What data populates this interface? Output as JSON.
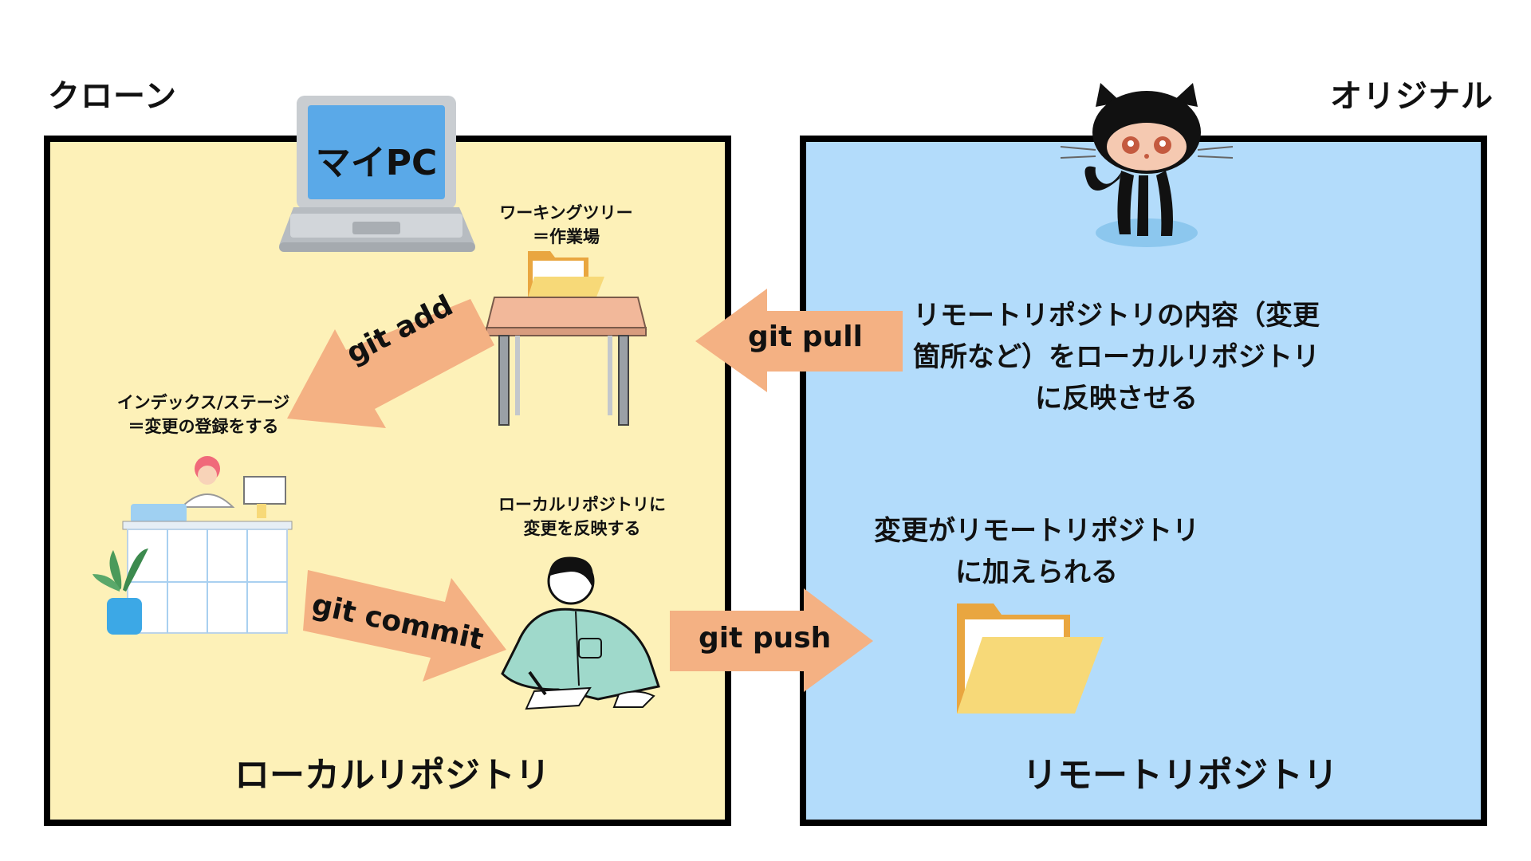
{
  "headings": {
    "clone": "クローン",
    "original": "オリジナル"
  },
  "laptop": {
    "screen_label": "マイPC"
  },
  "local": {
    "title": "ローカルリポジトリ",
    "working_tree": {
      "line1": "ワーキングツリー",
      "line2": "＝作業場"
    },
    "index": {
      "line1": "インデックス/ステージ",
      "line2": "＝変更の登録をする"
    },
    "commit_caption": {
      "line1": "ローカルリポジトリに",
      "line2": "変更を反映する"
    }
  },
  "remote": {
    "title": "リモートリポジトリ",
    "pull_desc": {
      "line1": "リモートリポジトリの内容（変更",
      "line2": "箇所など）をローカルリポジトリ",
      "line3": "に反映させる"
    },
    "push_desc": {
      "line1": "変更がリモートリポジトリ",
      "line2": "に加えられる"
    }
  },
  "arrows": {
    "add": "git add",
    "commit": "git commit",
    "pull": "git pull",
    "push": "git push"
  },
  "colors": {
    "local_bg": "#fdf1b8",
    "remote_bg": "#b3dcfb",
    "arrow": "#f4b183",
    "folder": "#f7d978",
    "laptop_screen": "#5aa9e8"
  }
}
